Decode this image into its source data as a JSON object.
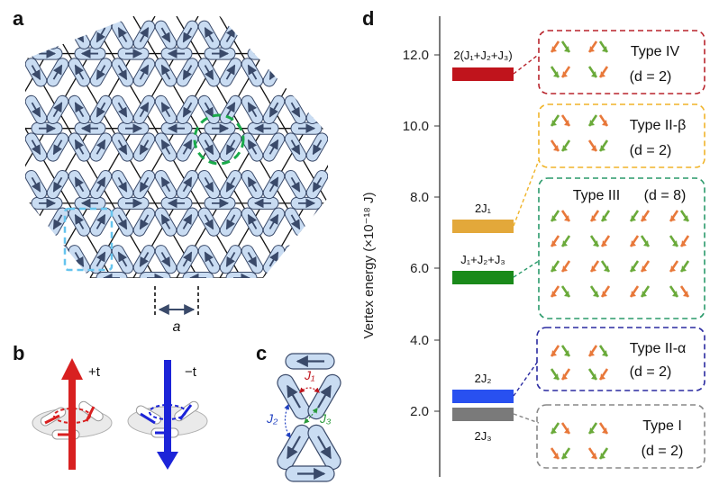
{
  "panels": {
    "a": "a",
    "b": "b",
    "c": "c",
    "d": "d"
  },
  "panel_a": {
    "spacing_label": "a"
  },
  "panel_b": {
    "plus_label": "+t",
    "minus_label": "−t"
  },
  "panel_c": {
    "j1": "J₁",
    "j2": "J₂",
    "j3": "J₃"
  },
  "panel_d": {
    "y_axis_label": "Vertex energy (×10⁻¹⁸ J)",
    "y_ticks": [
      "12.0",
      "10.0",
      "8.0",
      "6.0",
      "4.0",
      "2.0"
    ],
    "levels": [
      {
        "label": "2(J₁+J₂+J₃)",
        "color": "#c0141c"
      },
      {
        "label": "2J₁",
        "color": "#e3a83a"
      },
      {
        "label": "J₁+J₂+J₃",
        "color": "#1a8a1a"
      },
      {
        "label": "2J₂",
        "color": "#2850f0"
      },
      {
        "label": "2J₃",
        "color": "#7a7a7a"
      }
    ],
    "types": [
      {
        "name": "Type IV",
        "deg": "(d = 2)",
        "color": "#b8242c"
      },
      {
        "name": "Type II-β",
        "deg": "(d = 2)",
        "color": "#f0b429"
      },
      {
        "name": "Type III",
        "deg": "(d = 8)",
        "color": "#2a9a6a"
      },
      {
        "name": "Type II-α",
        "deg": "(d = 2)",
        "color": "#2a2aa0"
      },
      {
        "name": "Type I",
        "deg": "(d = 2)",
        "color": "#888888"
      }
    ],
    "arrow_colors": {
      "orange": "#e8783a",
      "green": "#6aaa3a"
    }
  }
}
